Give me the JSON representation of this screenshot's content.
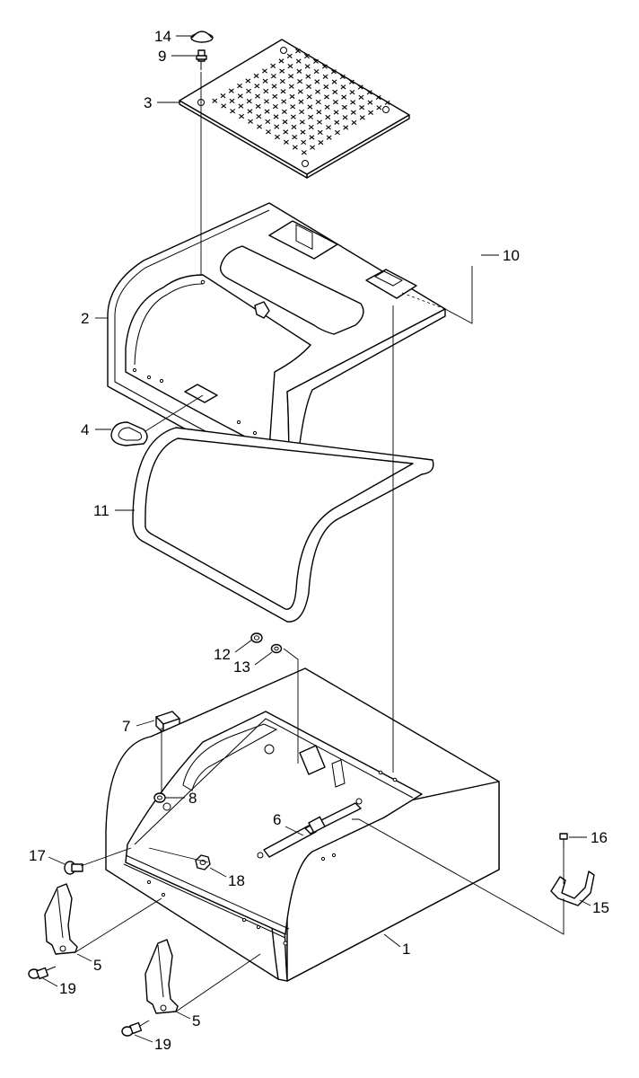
{
  "diagram": {
    "callouts": [
      {
        "id": "c14",
        "text": "14"
      },
      {
        "id": "c9",
        "text": "9"
      },
      {
        "id": "c3",
        "text": "3"
      },
      {
        "id": "c10",
        "text": "10"
      },
      {
        "id": "c2",
        "text": "2"
      },
      {
        "id": "c4",
        "text": "4"
      },
      {
        "id": "c11",
        "text": "11"
      },
      {
        "id": "c12",
        "text": "12"
      },
      {
        "id": "c13",
        "text": "13"
      },
      {
        "id": "c7",
        "text": "7"
      },
      {
        "id": "c8",
        "text": "8"
      },
      {
        "id": "c6",
        "text": "6"
      },
      {
        "id": "c16",
        "text": "16"
      },
      {
        "id": "c17",
        "text": "17"
      },
      {
        "id": "c18",
        "text": "18"
      },
      {
        "id": "c15",
        "text": "15"
      },
      {
        "id": "c1",
        "text": "1"
      },
      {
        "id": "c5a",
        "text": "5"
      },
      {
        "id": "c19a",
        "text": "19"
      },
      {
        "id": "c5b",
        "text": "5"
      },
      {
        "id": "c19b",
        "text": "19"
      }
    ]
  }
}
